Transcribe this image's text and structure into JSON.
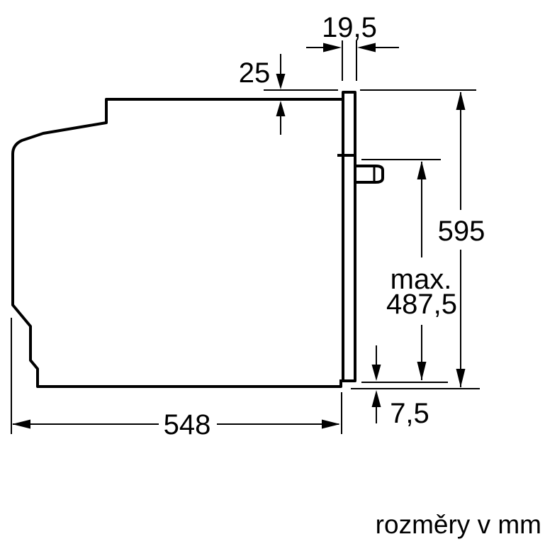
{
  "diagram": {
    "type": "appliance-installation-dimension-drawing",
    "subject": "built-in oven side view",
    "units_note": "rozměry v mm",
    "dimensions": {
      "front_panel_depth": "19,5",
      "top_setback": "25",
      "total_height": "595",
      "max_label": "max.",
      "max_inner_height": "487,5",
      "bottom_lip": "7,5",
      "body_depth": "548"
    },
    "colors": {
      "line": "#000000",
      "background": "#ffffff"
    }
  }
}
